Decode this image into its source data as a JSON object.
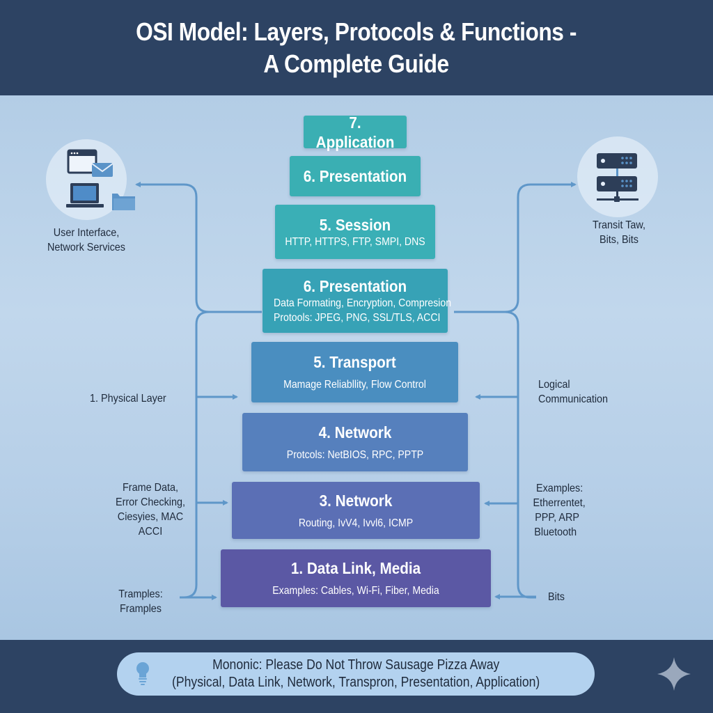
{
  "header": {
    "title_line1": "OSI Model: Layers, Protocols & Functions -",
    "title_line2": "A Complete Guide"
  },
  "layers": [
    {
      "name": "7. Application",
      "details": [],
      "color": "#3aafb3"
    },
    {
      "name": "6. Presentation",
      "details": [],
      "color": "#3aafb3"
    },
    {
      "name": "5. Session",
      "details": [
        "HTTP, HTTPS, FTP, SMPI, DNS"
      ],
      "color": "#3aafb6"
    },
    {
      "name": "6. Presentation",
      "details": [
        "Data Formating, Encryption, Compresion",
        "Protools: JPEG, PNG, SSL/TLS, ACCI"
      ],
      "color": "#37a2b6"
    },
    {
      "name": "5. Transport",
      "details": [
        "Mamage Reliabllity, Flow Control"
      ],
      "color": "#4a8ec0"
    },
    {
      "name": "4. Network",
      "details": [
        "Protcols: NetBIOS, RPC, PPTP"
      ],
      "color": "#5680bd"
    },
    {
      "name": "3. Network",
      "details": [
        "Routing, IvV4, Ivvl6, ICMP"
      ],
      "color": "#5b6fb5"
    },
    {
      "name": "1. Data Link, Media",
      "details": [
        "Examples: Cables, Wi-Fi, Fiber, Media"
      ],
      "color": "#5b58a4"
    }
  ],
  "left_panel": {
    "icon_caption": [
      "User Interface,",
      "Network Services"
    ],
    "labels": [
      {
        "lines": [
          "1. Physical Layer"
        ]
      },
      {
        "lines": [
          "Frame Data,",
          "Error Checking,",
          "Ciesyies, MAC",
          "ACCI"
        ]
      },
      {
        "lines": [
          "Tramples:",
          "Framples"
        ]
      }
    ]
  },
  "right_panel": {
    "icon_caption": [
      "Transit Taw,",
      "Bits, Bits"
    ],
    "labels": [
      {
        "lines": [
          "Logical",
          "Communication"
        ]
      },
      {
        "lines": [
          "Examples:",
          "Etherrentet,",
          "PPP, ARP",
          "Bluetooth"
        ]
      },
      {
        "lines": [
          "Bits"
        ]
      }
    ]
  },
  "footer": {
    "mnemonic_line1": "Mononic: Please Do Not Throw Sausage Pizza Away",
    "mnemonic_line2": "(Physical, Data Link, Network, Transpron, Presentation, Application)",
    "icons": [
      "lightbulb-icon",
      "sparkle-icon"
    ]
  },
  "colors": {
    "header_bg": "#2d4363",
    "connector": "#5f97c9",
    "text_dark": "#1e2a3b"
  }
}
